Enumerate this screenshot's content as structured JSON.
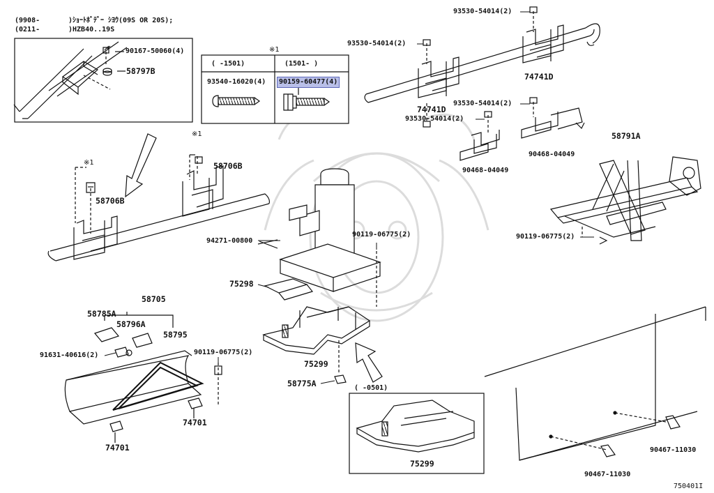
{
  "header": {
    "line1_code": "(9908-",
    "line1_text": ")ｼｮｰﾄﾎﾞﾃﾞｰ ｼﾖｳ(09S OR 20S);",
    "line2_code": "(0211-",
    "line2_text": ")HZB40..19S"
  },
  "inset_table": {
    "mark": "※1",
    "col1_header": "(   -1501)",
    "col2_header": "(1501-   )",
    "col1_part": "93540-16020(4)",
    "col2_part": "90159-60477(4)"
  },
  "marks": {
    "star1_a": "※1",
    "star1_b": "※1"
  },
  "labels": {
    "p90167": "90167-50060(4)",
    "p58797B": "58797B",
    "p58706B_left": "58706B",
    "p58706B_right": "58706B",
    "p93530_top": "93530-54014(2)",
    "p93530_midleft": "93530-54014(2)",
    "p74741D_right": "74741D",
    "p74741D_left": "74741D",
    "p93530_mid2": "93530-54014(2)",
    "p93530_mid3": "93530-54014(2)",
    "p90468_a": "90468-04049",
    "p90468_b": "90468-04049",
    "p58791A": "58791A",
    "p90119_right": "90119-06775(2)",
    "p90119_center": "90119-06775(2)",
    "p94271": "94271-00800",
    "p75298": "75298",
    "p58705": "58705",
    "p58785A": "58785A",
    "p58796A": "58796A",
    "p58795": "58795",
    "p91631": "91631-40616(2)",
    "p90119_left": "90119-06775(2)",
    "p75299_main": "75299",
    "p58775A": "58775A",
    "p74701_right": "74701",
    "p74701_left": "74701",
    "p90467_right": "90467-11030",
    "p90467_bottom": "90467-11030",
    "inset2_header": "(   -0501)",
    "p75299_inset": "75299",
    "figure_code": "750401I"
  },
  "colors": {
    "ink": "#111111",
    "watermark": "#d8d8d8",
    "highlight": "#b9bfe8",
    "highlight_border": "#5b66b8"
  }
}
